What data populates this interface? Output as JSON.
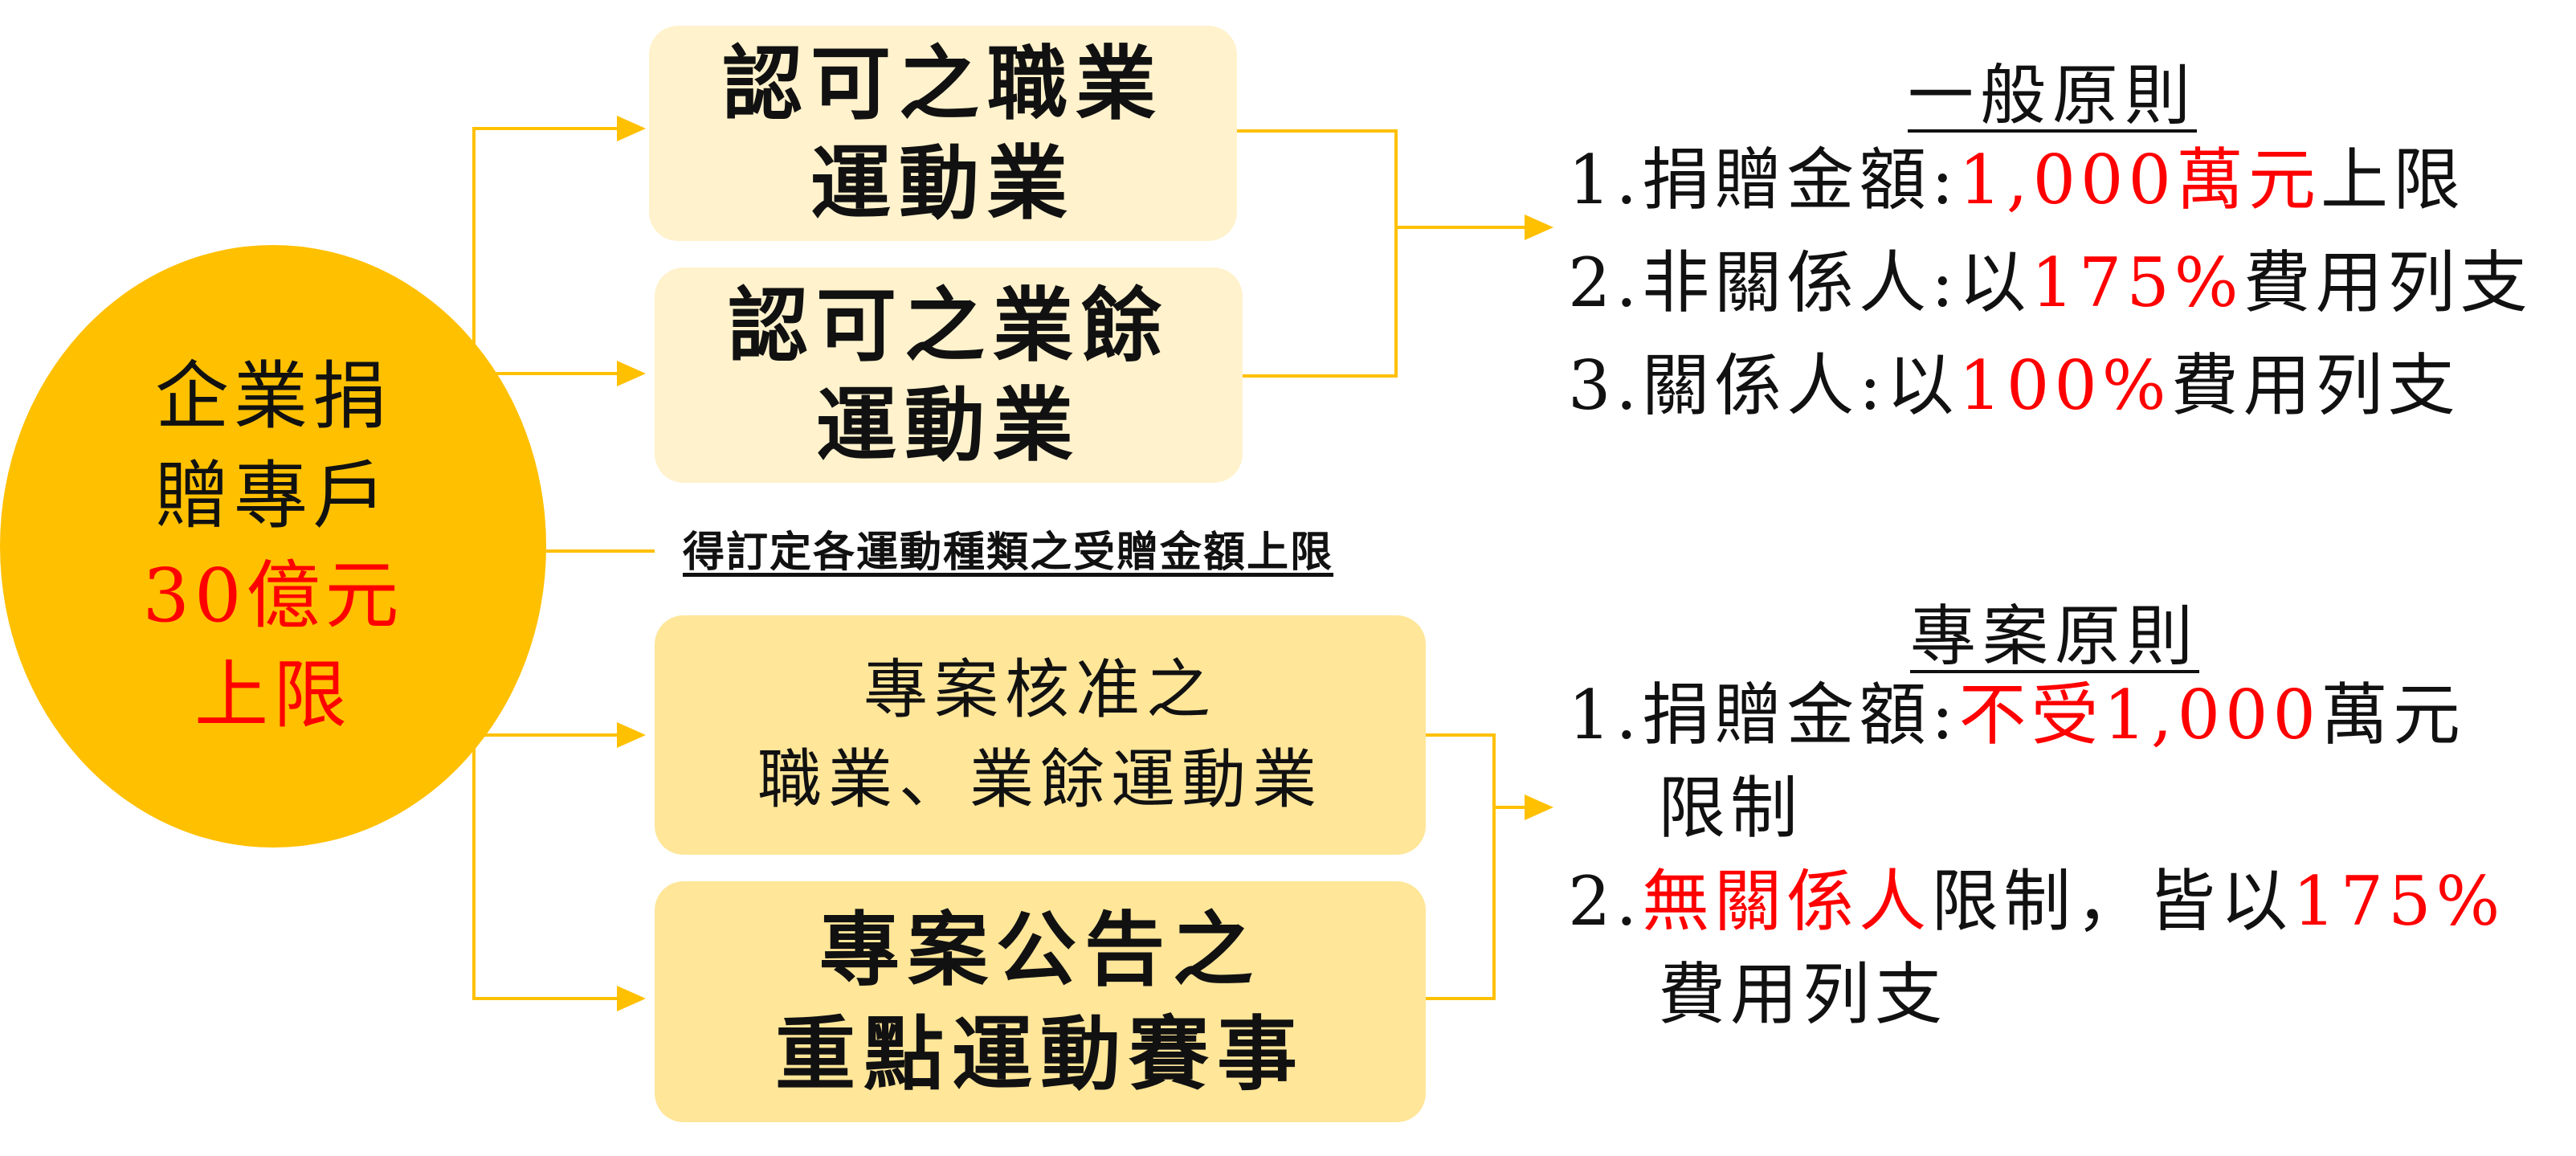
{
  "center": {
    "line1": "企業捐",
    "line2": "贈專戶",
    "limit_line1": "30億元",
    "limit_line2": "上限"
  },
  "boxes": {
    "box1": {
      "line1": "認可之職業",
      "line2": "運動業"
    },
    "box2": {
      "line1": "認可之業餘",
      "line2": "運動業"
    },
    "box3": {
      "line1": "專案核准之",
      "line2": "職業、業餘運動業"
    },
    "box4": {
      "line1": "專案公告之",
      "line2": "重點運動賽事"
    }
  },
  "note": "得訂定各運動種類之受贈金額上限",
  "general": {
    "title": "一般原則",
    "rule1": {
      "num": "1.",
      "label": "捐贈金額:",
      "highlight": "1,000萬元",
      "rest": "上限"
    },
    "rule2": {
      "num": "2.",
      "label": "非關係人:以",
      "highlight": "175%",
      "rest": "費用列支"
    },
    "rule3": {
      "num": "3.",
      "label": "關係人:以",
      "highlight": "100%",
      "rest": "費用列支"
    }
  },
  "special": {
    "title": "專案原則",
    "rule1": {
      "num": "1.",
      "label": "捐贈金額:",
      "highlight": "不受1,000",
      "rest": "萬元",
      "cont": "限制"
    },
    "rule2": {
      "num": "2.",
      "highlight": "無關係人",
      "label": "限制，皆以",
      "highlight2": "175%",
      "cont": "費用列支"
    }
  },
  "colors": {
    "circle": "#FFC000",
    "box_light": "#FFF2CC",
    "box_dark": "#FFE699",
    "connector": "#FFC000",
    "highlight": "#FF0000"
  }
}
